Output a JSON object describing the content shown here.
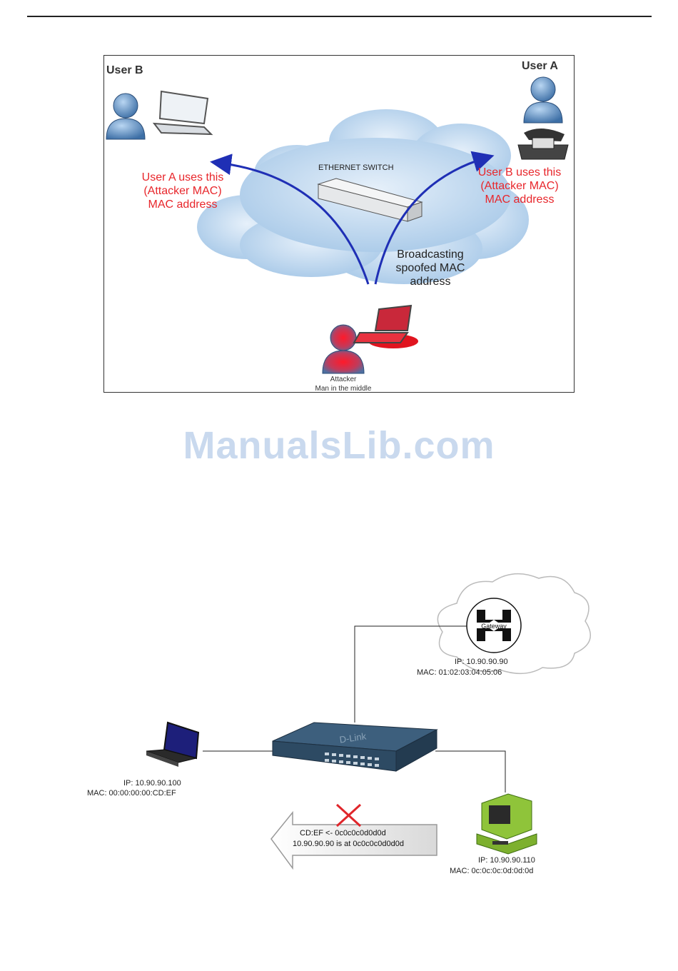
{
  "watermark": "ManualsLib.com",
  "figure1": {
    "user_b": "User B",
    "user_a": "User A",
    "switch_label": "ETHERNET SWITCH",
    "left_msg": [
      "User A uses this",
      "(Attacker MAC)",
      "MAC address"
    ],
    "right_msg": [
      "User B uses this",
      "(Attacker MAC)",
      "MAC address"
    ],
    "broadcast": [
      "Broadcasting",
      "spoofed MAC",
      "address"
    ],
    "attacker": [
      "Attacker",
      "Man in the middle"
    ],
    "colors": {
      "red_text": "#e8262b",
      "arrow": "#1f2fb5",
      "cloud": "#bcd7ef"
    }
  },
  "figure2": {
    "gateway_label": "Gateway",
    "gateway_ip": "IP: 10.90.90.90",
    "gateway_mac": "MAC: 01:02:03:04:05:06",
    "laptop_ip": "IP: 10.90.90.100",
    "laptop_mac": "MAC: 00:00:00:00:CD:EF",
    "pc_ip": "IP: 10.90.90.110",
    "pc_mac": "MAC: 0c:0c:0c:0d:0d:0d",
    "switch_brand": "D-Link",
    "arp_line1": "CD:EF <- 0c0c0c0d0d0d",
    "arp_line2": "10.90.90.90 is at 0c0c0c0d0d0d",
    "colors": {
      "switch": "#2d4a63",
      "pc": "#8fc43a",
      "cross": "#e0262b"
    }
  }
}
